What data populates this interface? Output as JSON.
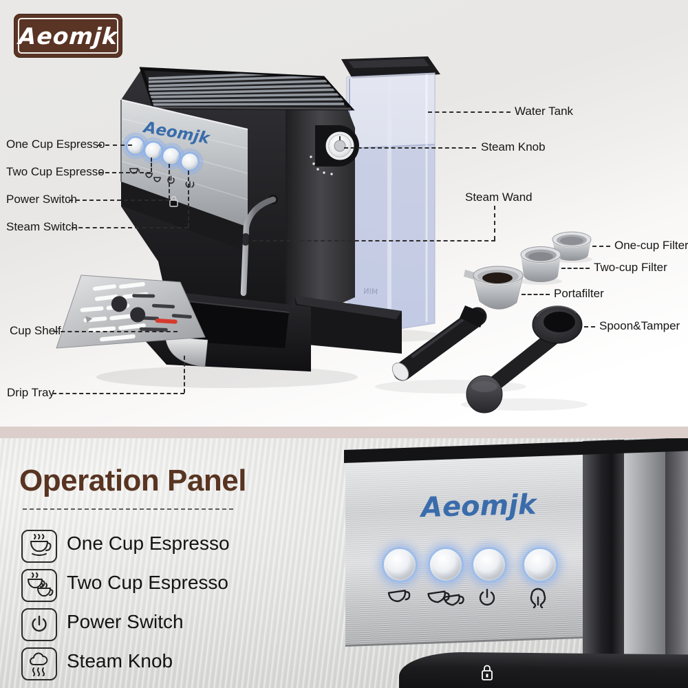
{
  "brand": {
    "logo": "Aeomjk"
  },
  "top": {
    "machine_logo": "Aeomjk",
    "tank_marking": "MIN",
    "labels_left": [
      "One Cup Espresso",
      "Two Cup Espresso",
      "Power Switch",
      "Steam Switch",
      "Cup Shelf",
      "Drip Tray"
    ],
    "labels_right": [
      "Water Tank",
      "Steam Knob",
      "Steam Wand",
      "One-cup Filter",
      "Two-cup Filter",
      "Portafilter",
      "Spoon&Tamper"
    ]
  },
  "bottom": {
    "title": "Operation Panel",
    "items": [
      {
        "icon": "one-cup-espresso-icon",
        "label": "One Cup Espresso"
      },
      {
        "icon": "two-cup-espresso-icon",
        "label": "Two Cup Espresso"
      },
      {
        "icon": "power-switch-icon",
        "label": "Power Switch"
      },
      {
        "icon": "steam-knob-icon",
        "label": "Steam Knob"
      }
    ],
    "panel_logo": "Aeomjk",
    "panel_icons": [
      "one-cup-icon",
      "two-cup-icon",
      "power-icon",
      "steam-icon",
      "lock-icon"
    ]
  },
  "colors": {
    "accent_blue": "#3a6cab",
    "brand_brown": "#5a3425",
    "title_brown": "#583421",
    "button_glow_blue": "#9dbdea",
    "divider_pink": "#dccfcb",
    "drip_red": "#d63a2f"
  }
}
